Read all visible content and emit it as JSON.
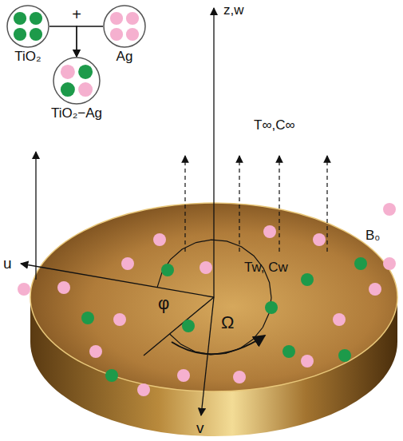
{
  "diagram": {
    "nodes": [
      {
        "text": [
          "TiO₂"
        ]
      },
      {
        "text": [
          "Ag"
        ]
      },
      {
        "text": [
          "TiO₂−Ag"
        ]
      }
    ],
    "edges": [
      {
        "from": 0,
        "to": 2,
        "arrow": "to"
      },
      {
        "from": 1,
        "to": 2,
        "arrow": "to"
      }
    ],
    "labels": [
      "+",
      "z,w",
      "T∞,C∞",
      "B₀",
      "Tw, Cw",
      "u",
      "φ",
      "Ω",
      "v"
    ]
  }
}
